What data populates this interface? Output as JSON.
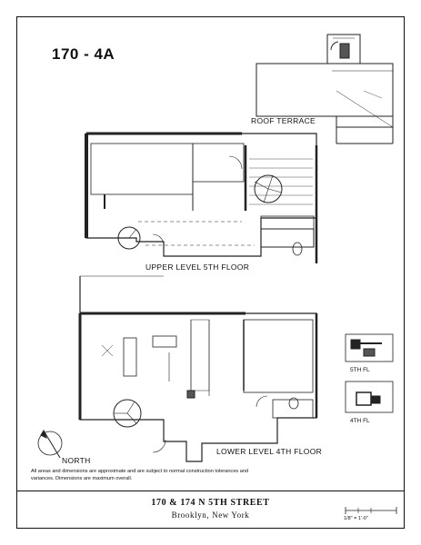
{
  "unit": {
    "title": "170 - 4A"
  },
  "labels": {
    "roof_terrace": "ROOF TERRACE",
    "upper_level": "UPPER LEVEL 5TH FLOOR",
    "lower_level": "LOWER LEVEL 4TH FLOOR",
    "north": "NORTH",
    "key_5th": "5TH FL",
    "key_4th": "4TH FL"
  },
  "disclaimer": "All areas and dimensions are approximate and are subject to normal construction tolerances and variances. Dimensions are maximum overall.",
  "address": {
    "street": "170 & 174 N 5TH STREET",
    "city": "Brooklyn, New York"
  },
  "scale": {
    "text": "1/8\" = 1'-0\""
  }
}
